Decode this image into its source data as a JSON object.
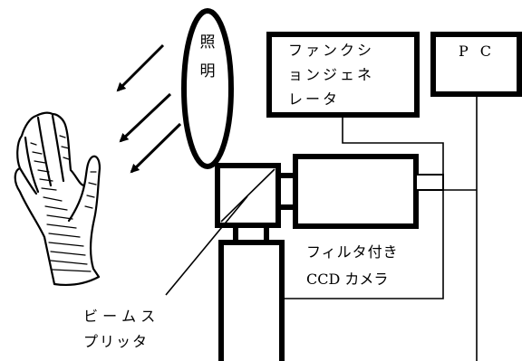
{
  "labels": {
    "illumination_line1": "照",
    "illumination_line2": "明",
    "function_generator_line1": "ファンクシ",
    "function_generator_line2": "ョンジェネ",
    "function_generator_line3": "レータ",
    "pc": "P C",
    "camera_line1": "フィルタ付き",
    "camera_line2": "CCD カメラ",
    "beam_splitter_line1": "ビ ー ム ス",
    "beam_splitter_line2": "プリッタ"
  },
  "colors": {
    "stroke": "#000000",
    "background": "#ffffff"
  },
  "icons": {
    "hand": "hand-illustration",
    "light_rays": "arrow-icon"
  }
}
